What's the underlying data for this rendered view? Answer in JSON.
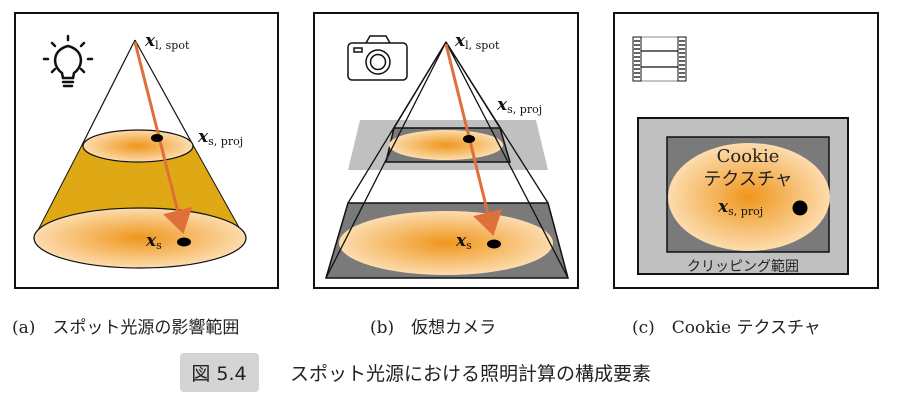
{
  "labels": {
    "x_symbol": "x",
    "light_sub": "l, spot",
    "proj_sub": "s, proj",
    "surface_sub": "s"
  },
  "panels": [
    {
      "id": "a",
      "caption": "(a)　スポット光源の影響範囲",
      "icon": "lightbulb-icon"
    },
    {
      "id": "b",
      "caption": "(b)　仮想カメラ",
      "icon": "camera-icon"
    },
    {
      "id": "c",
      "caption": "(c)　Cookie テクスチャ",
      "icon": "film-icon",
      "cookie_line1": "Cookie",
      "cookie_line2": "テクスチャ",
      "clip_label": "クリッピング範囲"
    }
  ],
  "figure": {
    "number": "図 5.4",
    "title": "スポット光源における照明計算の構成要素"
  },
  "colors": {
    "arrow": "#e0703a",
    "band": "#dfa916",
    "spot_center": "#ef9a1e",
    "spot_edge": "#fbdcae",
    "dark_gray": "#7a7a7a",
    "light_gray": "#c0c0c0"
  }
}
